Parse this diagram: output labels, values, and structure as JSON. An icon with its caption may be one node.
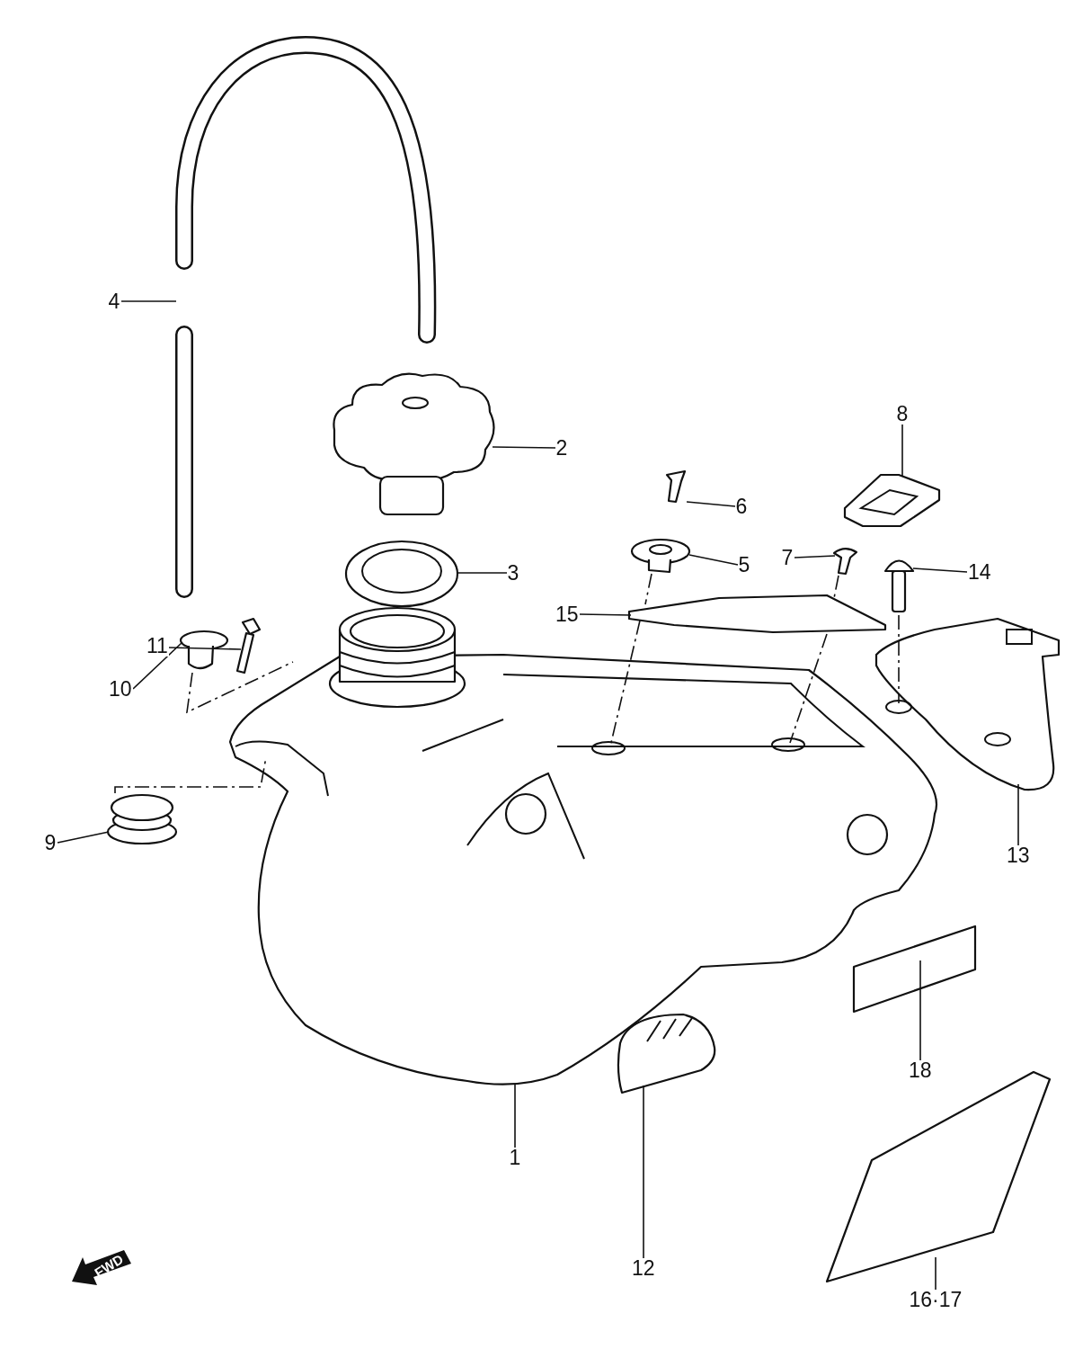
{
  "diagram": {
    "nodes": [
      {
        "text": [
          "4"
        ]
      },
      {
        "text": [
          "8"
        ]
      },
      {
        "text": [
          "2"
        ]
      },
      {
        "text": [
          "6"
        ]
      },
      {
        "text": [
          "7"
        ]
      },
      {
        "text": [
          "5"
        ]
      },
      {
        "text": [
          "3"
        ]
      },
      {
        "text": [
          "14"
        ]
      },
      {
        "text": [
          "15"
        ]
      },
      {
        "text": [
          "11"
        ]
      },
      {
        "text": [
          "10"
        ]
      },
      {
        "text": [
          "9"
        ]
      },
      {
        "text": [
          "13"
        ]
      },
      {
        "text": [
          "18"
        ]
      },
      {
        "text": [
          "1"
        ]
      },
      {
        "text": [
          "12"
        ]
      },
      {
        "text": [
          "16·17"
        ]
      },
      {
        "text": [],
        "shape": "picture"
      },
      {
        "text": [],
        "shape": "picture"
      },
      {
        "text": [],
        "shape": "picture"
      },
      {
        "text": [],
        "shape": "picture"
      },
      {
        "text": [],
        "shape": "picture"
      },
      {
        "text": [],
        "shape": "picture"
      },
      {
        "text": [],
        "shape": "picture"
      },
      {
        "text": [],
        "shape": "picture"
      },
      {
        "text": [],
        "shape": "picture"
      },
      {
        "text": [],
        "shape": "picture"
      },
      {
        "text": [],
        "shape": "picture"
      },
      {
        "text": [],
        "shape": "picture"
      },
      {
        "text": [],
        "shape": "picture"
      },
      {
        "text": [],
        "shape": "picture"
      },
      {
        "text": [],
        "shape": "picture"
      },
      {
        "text": [],
        "shape": "picture"
      },
      {
        "text": [],
        "shape": "picture"
      }
    ],
    "edges": [
      {
        "from": 0,
        "to": 17,
        "arrow": "none"
      },
      {
        "from": 1,
        "to": 18,
        "arrow": "none"
      },
      {
        "from": 2,
        "to": 19,
        "arrow": "none"
      },
      {
        "from": 3,
        "to": 20,
        "arrow": "none"
      },
      {
        "from": 4,
        "to": 21,
        "arrow": "none"
      },
      {
        "from": 5,
        "to": 22,
        "arrow": "none"
      },
      {
        "from": 6,
        "to": 23,
        "arrow": "none"
      },
      {
        "from": 7,
        "to": 24,
        "arrow": "none"
      },
      {
        "from": 8,
        "to": 25,
        "arrow": "none"
      },
      {
        "from": 9,
        "to": 26,
        "arrow": "none"
      },
      {
        "from": 10,
        "to": 27,
        "arrow": "none"
      },
      {
        "from": 11,
        "to": 28,
        "arrow": "none"
      },
      {
        "from": 12,
        "to": 29,
        "arrow": "none"
      },
      {
        "from": 13,
        "to": 30,
        "arrow": "none"
      },
      {
        "from": 14,
        "to": 31,
        "arrow": "none"
      },
      {
        "from": 15,
        "to": 32,
        "arrow": "none"
      },
      {
        "from": 16,
        "to": 33,
        "arrow": "none"
      },
      {
        "from": 22,
        "to": 25,
        "arrow": "none",
        "style": "dashed"
      },
      {
        "from": 21,
        "to": 25,
        "arrow": "none",
        "style": "dashed"
      },
      {
        "from": 25,
        "to": 31,
        "arrow": "none",
        "style": "dashed"
      },
      {
        "from": 25,
        "to": 31,
        "arrow": "none",
        "style": "dashed"
      },
      {
        "from": 24,
        "to": 29,
        "arrow": "none",
        "style": "dashed"
      },
      {
        "from": 27,
        "to": 31,
        "arrow": "none",
        "style": "dashed"
      },
      {
        "from": 28,
        "to": 31,
        "arrow": "none",
        "style": "dashed"
      }
    ],
    "labels": [
      "FWD"
    ]
  }
}
